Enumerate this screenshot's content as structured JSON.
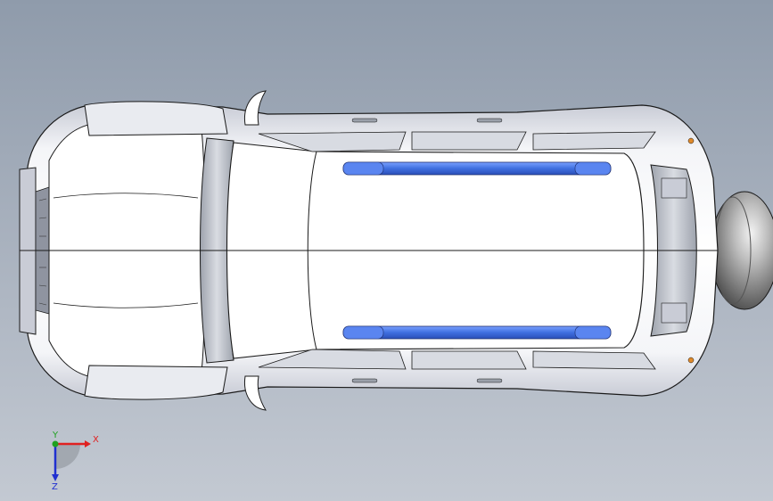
{
  "viewport": {
    "background_top": "#8f9bab",
    "background_bottom": "#c3c9d2"
  },
  "model": {
    "body_color": "#ffffff",
    "edge_color": "#1a1a1a",
    "shade_color": "#b9bdc8",
    "roof_rail_color": "#3f6fe0",
    "spare_tire_color": "#9a9a9a"
  },
  "triad": {
    "x_label": "X",
    "y_label": "Y",
    "z_label": "Z",
    "x_color": "#e02020",
    "y_color": "#1fa11f",
    "z_color": "#2030d0"
  }
}
